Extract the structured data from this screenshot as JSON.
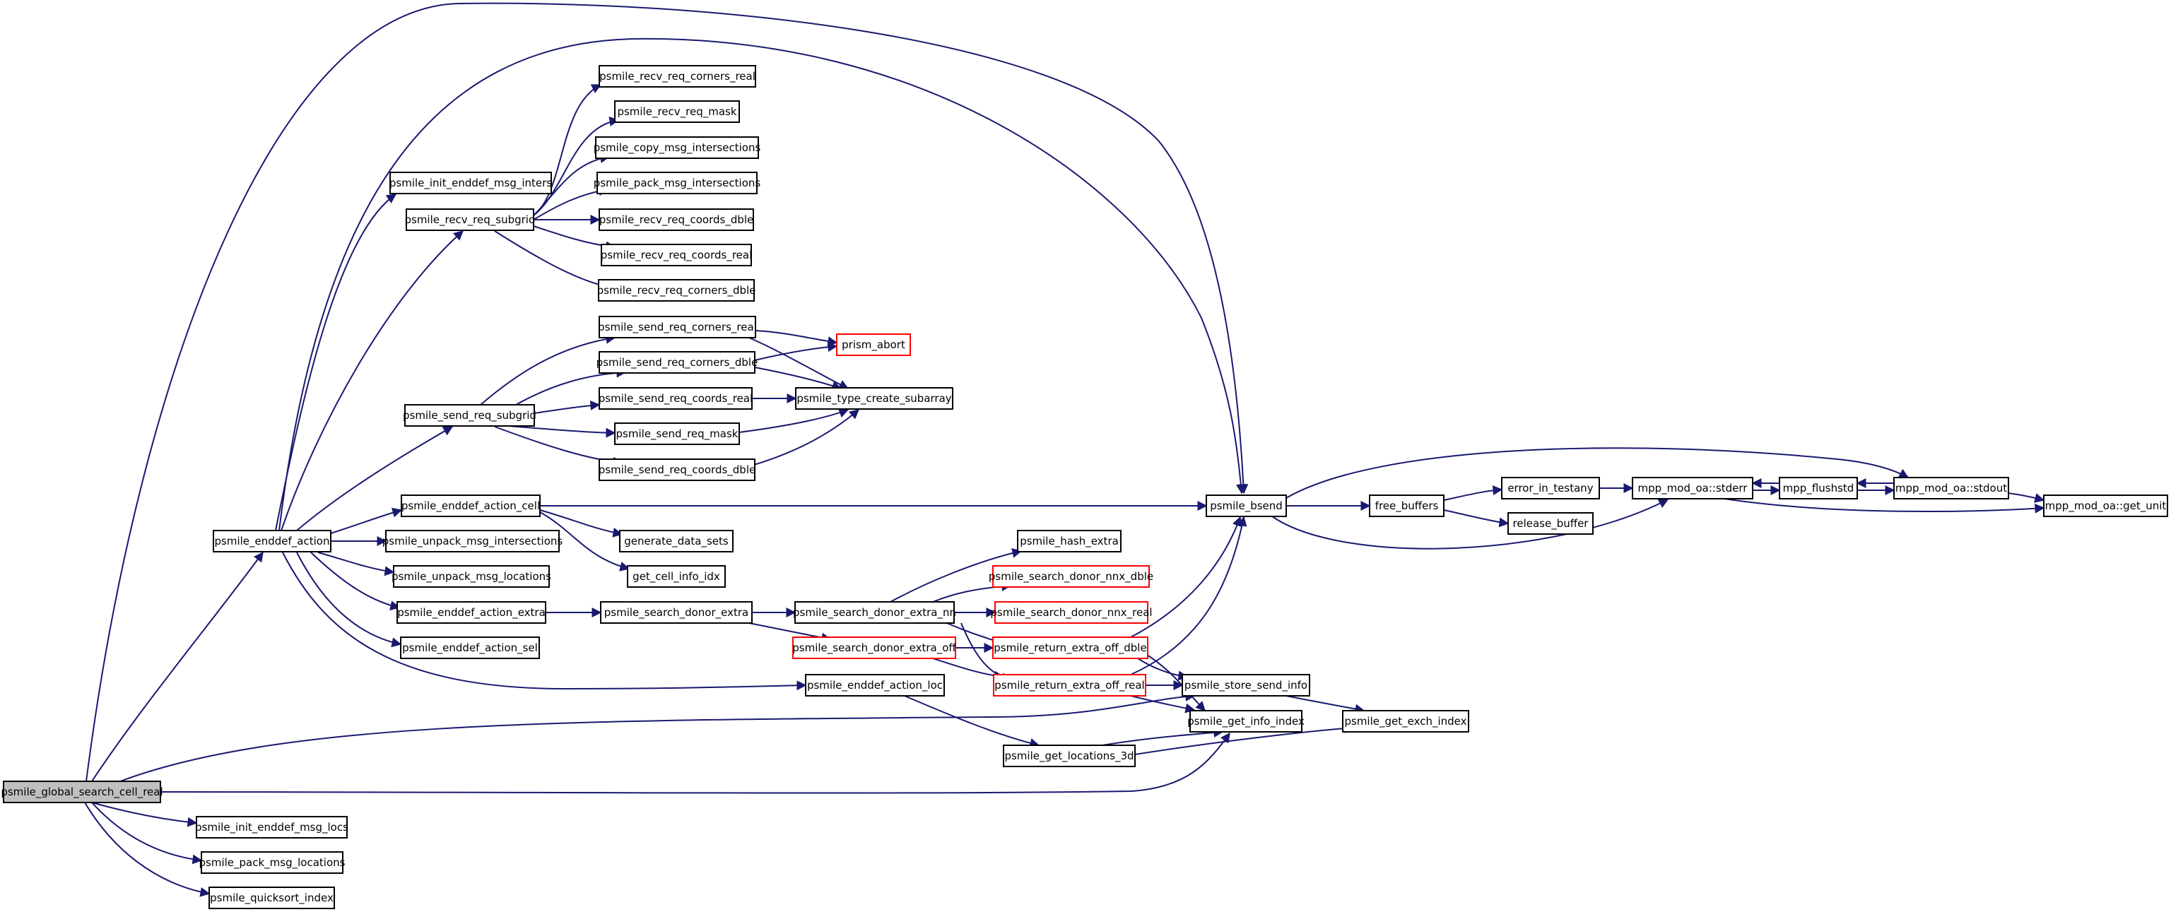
{
  "colors": {
    "edge": "#191970",
    "node_border": "#000000",
    "node_border_truncated": "#ff0000",
    "root_fill": "#bfbfbf"
  },
  "nodes": [
    {
      "id": "root",
      "label": "psmile_global_search_cell_real"
    },
    {
      "id": "bsend",
      "label": "psmile_bsend"
    },
    {
      "id": "enddef_action",
      "label": "psmile_enddef_action"
    },
    {
      "id": "init_msg_locs",
      "label": "psmile_init_enddef_msg_locs"
    },
    {
      "id": "pack_msg_locs",
      "label": "psmile_pack_msg_locations"
    },
    {
      "id": "quicksort",
      "label": "psmile_quicksort_index"
    },
    {
      "id": "store_send_info",
      "label": "psmile_store_send_info"
    },
    {
      "id": "get_info_index",
      "label": "psmile_get_info_index"
    },
    {
      "id": "free_buffers",
      "label": "free_buffers"
    },
    {
      "id": "stderr",
      "label": "mpp_mod_oa::stderr"
    },
    {
      "id": "error_in_testany",
      "label": "error_in_testany"
    },
    {
      "id": "release_buffer",
      "label": "release_buffer"
    },
    {
      "id": "flushstd",
      "label": "mpp_flushstd"
    },
    {
      "id": "stdout",
      "label": "mpp_mod_oa::stdout"
    },
    {
      "id": "get_unit",
      "label": "mpp_mod_oa::get_unit"
    },
    {
      "id": "init_msg_inters",
      "label": "psmile_init_enddef_msg_inters"
    },
    {
      "id": "recv_req_subgrid",
      "label": "psmile_recv_req_subgrid"
    },
    {
      "id": "send_req_subgrid",
      "label": "psmile_send_req_subgrid"
    },
    {
      "id": "action_cell",
      "label": "psmile_enddef_action_cell"
    },
    {
      "id": "unpack_inters",
      "label": "psmile_unpack_msg_intersections"
    },
    {
      "id": "unpack_locs",
      "label": "psmile_unpack_msg_locations"
    },
    {
      "id": "action_extra",
      "label": "psmile_enddef_action_extra"
    },
    {
      "id": "action_sel",
      "label": "psmile_enddef_action_sel"
    },
    {
      "id": "action_loc",
      "label": "psmile_enddef_action_loc"
    },
    {
      "id": "recv_corners_real",
      "label": "psmile_recv_req_corners_real"
    },
    {
      "id": "recv_mask",
      "label": "psmile_recv_req_mask"
    },
    {
      "id": "copy_inters",
      "label": "psmile_copy_msg_intersections"
    },
    {
      "id": "pack_inters",
      "label": "psmile_pack_msg_intersections"
    },
    {
      "id": "recv_coords_dble",
      "label": "psmile_recv_req_coords_dble"
    },
    {
      "id": "recv_coords_real",
      "label": "psmile_recv_req_coords_real"
    },
    {
      "id": "recv_corners_dble",
      "label": "psmile_recv_req_corners_dble"
    },
    {
      "id": "send_corners_real",
      "label": "psmile_send_req_corners_real"
    },
    {
      "id": "send_corners_dble",
      "label": "psmile_send_req_corners_dble"
    },
    {
      "id": "send_coords_real",
      "label": "psmile_send_req_coords_real"
    },
    {
      "id": "send_mask",
      "label": "psmile_send_req_mask"
    },
    {
      "id": "send_coords_dble",
      "label": "psmile_send_req_coords_dble"
    },
    {
      "id": "prism_abort",
      "label": "prism_abort"
    },
    {
      "id": "create_subarray",
      "label": "psmile_type_create_subarray"
    },
    {
      "id": "generate_data_sets",
      "label": "generate_data_sets"
    },
    {
      "id": "get_cell_info_idx",
      "label": "get_cell_info_idx"
    },
    {
      "id": "search_donor_extra",
      "label": "psmile_search_donor_extra"
    },
    {
      "id": "search_extra_nn",
      "label": "psmile_search_donor_extra_nn"
    },
    {
      "id": "search_extra_off",
      "label": "psmile_search_donor_extra_off"
    },
    {
      "id": "hash_extra",
      "label": "psmile_hash_extra"
    },
    {
      "id": "nnx_dble",
      "label": "psmile_search_donor_nnx_dble"
    },
    {
      "id": "nnx_real",
      "label": "psmile_search_donor_nnx_real"
    },
    {
      "id": "ret_off_dble",
      "label": "psmile_return_extra_off_dble"
    },
    {
      "id": "ret_off_real",
      "label": "psmile_return_extra_off_real"
    },
    {
      "id": "get_locations_3d",
      "label": "psmile_get_locations_3d"
    },
    {
      "id": "get_exch_index",
      "label": "psmile_get_exch_index"
    }
  ],
  "edges": [
    [
      "root",
      "bsend"
    ],
    [
      "root",
      "enddef_action"
    ],
    [
      "root",
      "init_msg_locs"
    ],
    [
      "root",
      "pack_msg_locs"
    ],
    [
      "root",
      "quicksort"
    ],
    [
      "root",
      "store_send_info"
    ],
    [
      "root",
      "get_info_index"
    ],
    [
      "bsend",
      "free_buffers"
    ],
    [
      "bsend",
      "stderr"
    ],
    [
      "bsend",
      "stdout"
    ],
    [
      "free_buffers",
      "error_in_testany"
    ],
    [
      "free_buffers",
      "release_buffer"
    ],
    [
      "error_in_testany",
      "stderr"
    ],
    [
      "stderr",
      "flushstd"
    ],
    [
      "stderr",
      "get_unit"
    ],
    [
      "flushstd",
      "stderr"
    ],
    [
      "flushstd",
      "stdout"
    ],
    [
      "stdout",
      "flushstd"
    ],
    [
      "stdout",
      "get_unit"
    ],
    [
      "enddef_action",
      "bsend"
    ],
    [
      "enddef_action",
      "init_msg_inters"
    ],
    [
      "enddef_action",
      "recv_req_subgrid"
    ],
    [
      "enddef_action",
      "send_req_subgrid"
    ],
    [
      "enddef_action",
      "action_cell"
    ],
    [
      "enddef_action",
      "unpack_inters"
    ],
    [
      "enddef_action",
      "unpack_locs"
    ],
    [
      "enddef_action",
      "action_extra"
    ],
    [
      "enddef_action",
      "action_sel"
    ],
    [
      "enddef_action",
      "action_loc"
    ],
    [
      "recv_req_subgrid",
      "recv_corners_real"
    ],
    [
      "recv_req_subgrid",
      "recv_mask"
    ],
    [
      "recv_req_subgrid",
      "copy_inters"
    ],
    [
      "recv_req_subgrid",
      "pack_inters"
    ],
    [
      "recv_req_subgrid",
      "recv_coords_dble"
    ],
    [
      "recv_req_subgrid",
      "recv_coords_real"
    ],
    [
      "recv_req_subgrid",
      "recv_corners_dble"
    ],
    [
      "send_req_subgrid",
      "send_corners_real"
    ],
    [
      "send_req_subgrid",
      "send_corners_dble"
    ],
    [
      "send_req_subgrid",
      "send_coords_real"
    ],
    [
      "send_req_subgrid",
      "send_mask"
    ],
    [
      "send_req_subgrid",
      "send_coords_dble"
    ],
    [
      "send_corners_real",
      "prism_abort"
    ],
    [
      "send_corners_real",
      "create_subarray"
    ],
    [
      "send_corners_dble",
      "prism_abort"
    ],
    [
      "send_corners_dble",
      "create_subarray"
    ],
    [
      "send_coords_real",
      "create_subarray"
    ],
    [
      "send_mask",
      "create_subarray"
    ],
    [
      "send_coords_dble",
      "create_subarray"
    ],
    [
      "action_cell",
      "bsend"
    ],
    [
      "action_cell",
      "generate_data_sets"
    ],
    [
      "action_cell",
      "get_cell_info_idx"
    ],
    [
      "action_extra",
      "search_donor_extra"
    ],
    [
      "search_donor_extra",
      "search_extra_nn"
    ],
    [
      "search_donor_extra",
      "search_extra_off"
    ],
    [
      "search_extra_nn",
      "hash_extra"
    ],
    [
      "search_extra_nn",
      "nnx_dble"
    ],
    [
      "search_extra_nn",
      "nnx_real"
    ],
    [
      "search_extra_nn",
      "ret_off_dble"
    ],
    [
      "search_extra_nn",
      "ret_off_real"
    ],
    [
      "search_extra_off",
      "ret_off_dble"
    ],
    [
      "search_extra_off",
      "ret_off_real"
    ],
    [
      "ret_off_dble",
      "bsend"
    ],
    [
      "ret_off_dble",
      "store_send_info"
    ],
    [
      "ret_off_dble",
      "get_info_index"
    ],
    [
      "ret_off_real",
      "bsend"
    ],
    [
      "ret_off_real",
      "store_send_info"
    ],
    [
      "ret_off_real",
      "get_info_index"
    ],
    [
      "store_send_info",
      "get_exch_index"
    ],
    [
      "action_loc",
      "get_locations_3d"
    ],
    [
      "get_locations_3d",
      "get_info_index"
    ],
    [
      "get_locations_3d",
      "get_exch_index"
    ]
  ]
}
